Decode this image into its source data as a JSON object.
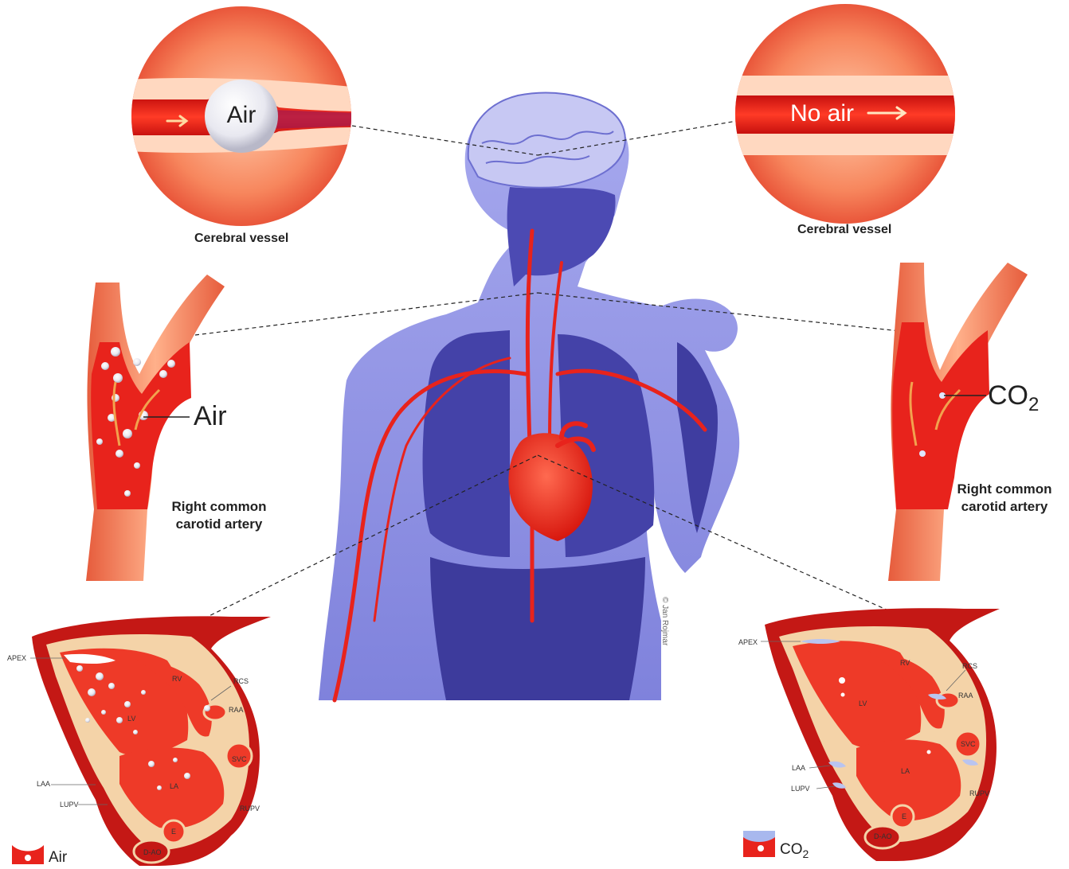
{
  "left": {
    "circle_label": "Air",
    "circle_caption": "Cerebral vessel",
    "artery_label": "Air",
    "artery_caption_line1": "Right common",
    "artery_caption_line2": "carotid artery",
    "legend_label": "Air"
  },
  "right": {
    "circle_label": "No air",
    "circle_caption": "Cerebral vessel",
    "artery_label_main": "CO",
    "artery_label_sub": "2",
    "artery_caption_line1": "Right common",
    "artery_caption_line2": "carotid artery",
    "legend_label_main": "CO",
    "legend_label_sub": "2"
  },
  "heart_labels": {
    "apex": "APEX",
    "rv": "RV",
    "lv": "LV",
    "rcs": "RCS",
    "raa": "RAA",
    "svc": "SVC",
    "la": "LA",
    "laa": "LAA",
    "lupv": "LUPV",
    "rupv": "RUPV",
    "e": "E",
    "dao": "D-AO"
  },
  "credit": "© Jan Rojmar",
  "colors": {
    "blood": "#e8231c",
    "vessel_wall": "#f07a55",
    "body": "#8d8fe0",
    "body_dark": "#3b3a9a",
    "bubble": "#f4f4f8",
    "co2_bubble": "#b9c4f0"
  }
}
